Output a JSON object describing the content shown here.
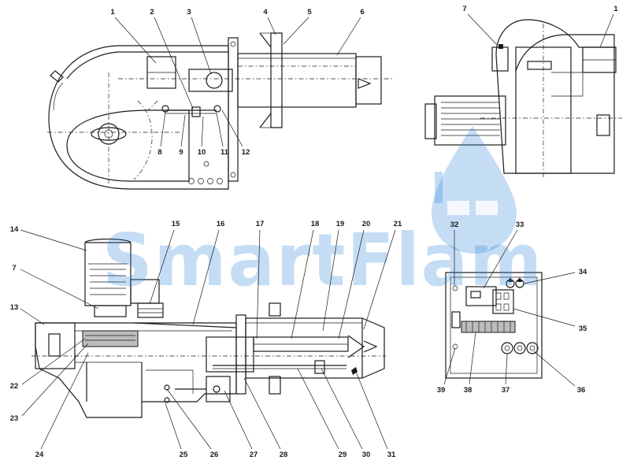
{
  "watermark": {
    "text": "SmartFlam",
    "color": "#2f86d8"
  },
  "callouts": {
    "side_view": [
      "1",
      "2",
      "3",
      "4",
      "5",
      "6",
      "8",
      "9",
      "10",
      "11",
      "12"
    ],
    "front_view": [
      "7",
      "1"
    ],
    "section_view": [
      "14",
      "15",
      "16",
      "17",
      "18",
      "19",
      "20",
      "21",
      "7",
      "13",
      "22",
      "23",
      "24",
      "25",
      "26",
      "27",
      "28",
      "29",
      "30",
      "31"
    ],
    "panel_view": [
      "32",
      "33",
      "34",
      "35",
      "36",
      "37",
      "38",
      "39"
    ]
  }
}
